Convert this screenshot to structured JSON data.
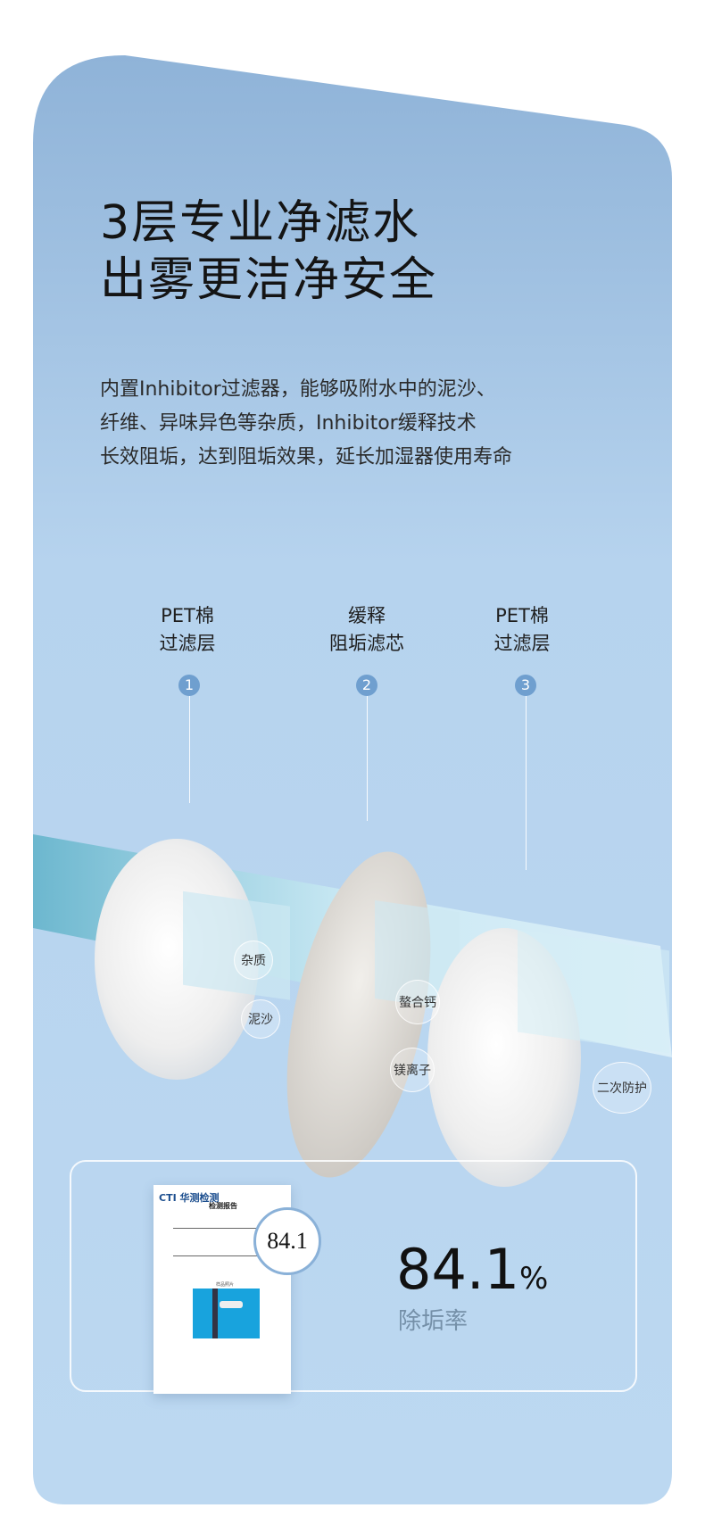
{
  "title_lines": [
    "3层专业净滤水",
    "出雾更洁净安全"
  ],
  "description_lines": [
    "内置Inhibitor过滤器，能够吸附水中的泥沙、",
    "纤维、异味异色等杂质，Inhibitor缓释技术",
    "长效阻垢，达到阻垢效果，延长加湿器使用寿命"
  ],
  "layers": [
    {
      "number": "1",
      "label_lines": [
        "PET棉",
        "过滤层"
      ]
    },
    {
      "number": "2",
      "label_lines": [
        "缓释",
        "阻垢滤芯"
      ]
    },
    {
      "number": "3",
      "label_lines": [
        "PET棉",
        "过滤层"
      ]
    }
  ],
  "bubbles": [
    "杂质",
    "泥沙",
    "螯合钙",
    "镁离子",
    "二次防护"
  ],
  "report": {
    "brand": "CTI",
    "brand_cn": "华测检测",
    "title": "检测报告",
    "photo_caption": "样品照片",
    "highlight": "84.1"
  },
  "stat": {
    "value": "84.1",
    "unit": "%",
    "label": "除垢率"
  },
  "colors": {
    "card_top": "#8fb3d8",
    "card_bottom": "#bcd8f1",
    "badge": "#6f9fcf",
    "accent_ring": "#8ab1d8"
  }
}
